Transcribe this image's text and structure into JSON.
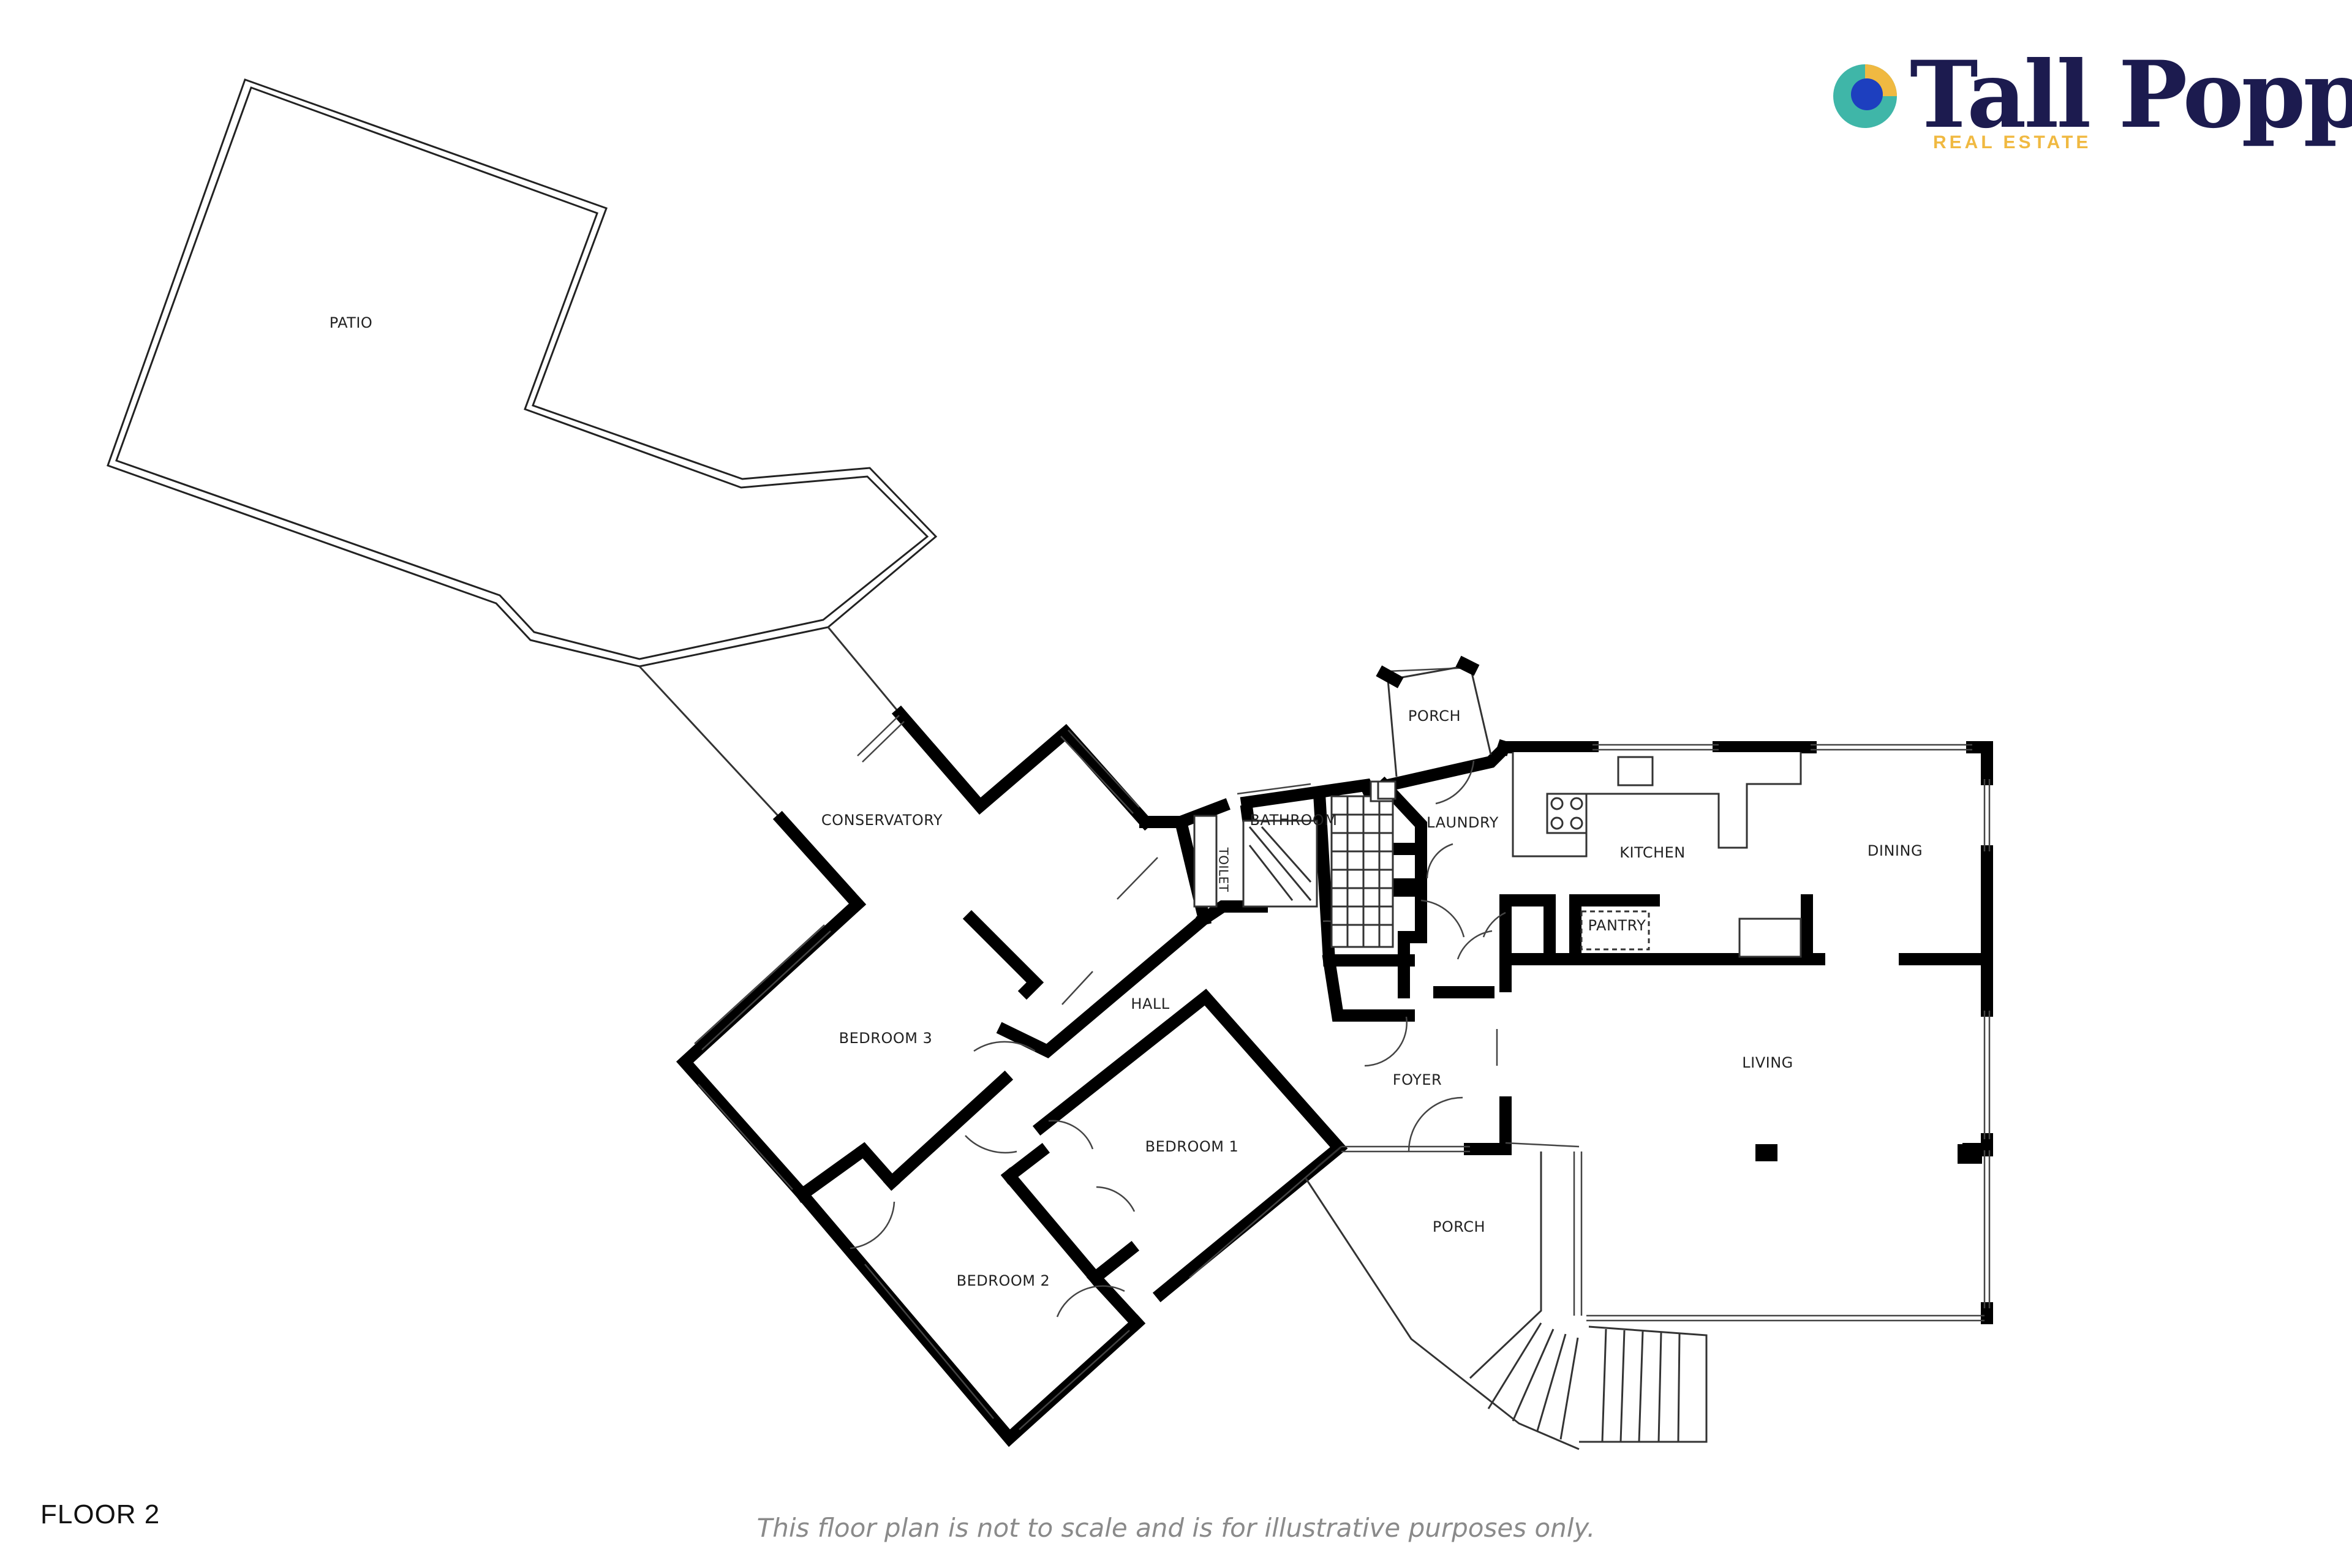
{
  "floor_label": "FLOOR 2",
  "disclaimer": "This floor plan is not to scale and is for illustrative purposes only.",
  "brand": {
    "name": "Tall Poppy",
    "tagline": "REAL ESTATE",
    "colors": {
      "navy": "#1c1b4f",
      "gold": "#f0b941",
      "teal": "#3fb6a8",
      "blue": "#1d3fbf"
    }
  },
  "rooms": {
    "patio": "PATIO",
    "conservatory": "CONSERVATORY",
    "bedroom3": "BEDROOM 3",
    "hall": "HALL",
    "bedroom1": "BEDROOM 1",
    "bedroom2": "BEDROOM 2",
    "bathroom": "BATHROOM",
    "toilet": "TOILET",
    "laundry": "LAUNDRY",
    "porch_top": "PORCH",
    "kitchen": "KITCHEN",
    "dining": "DINING",
    "pantry": "PANTRY",
    "foyer": "FOYER",
    "living": "LIVING",
    "porch_bottom": "PORCH"
  }
}
